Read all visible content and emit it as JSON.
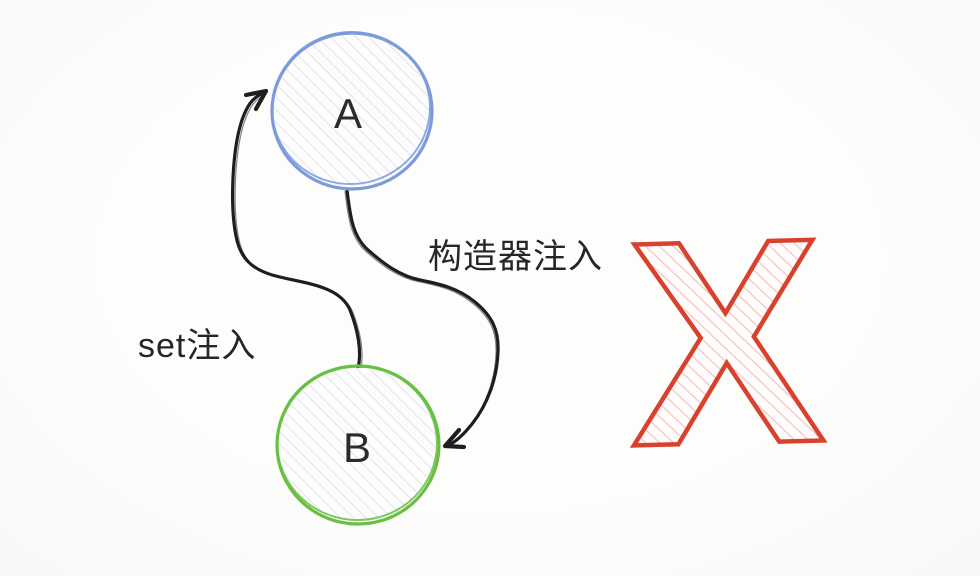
{
  "colors": {
    "background": "#fcfbfa",
    "node_a_stroke": "#7b9cd9",
    "node_b_stroke": "#68bf43",
    "forbidden_red": "#d7412e",
    "ink": "#1e1e1e"
  },
  "nodes": {
    "a": {
      "label": "A"
    },
    "b": {
      "label": "B"
    }
  },
  "edges": {
    "constructor_injection": {
      "label": "构造器注入",
      "from": "A",
      "to": "B"
    },
    "setter_injection": {
      "label": "set注入",
      "from": "B",
      "to": "A"
    }
  },
  "forbidden": {
    "symbol": "X"
  }
}
